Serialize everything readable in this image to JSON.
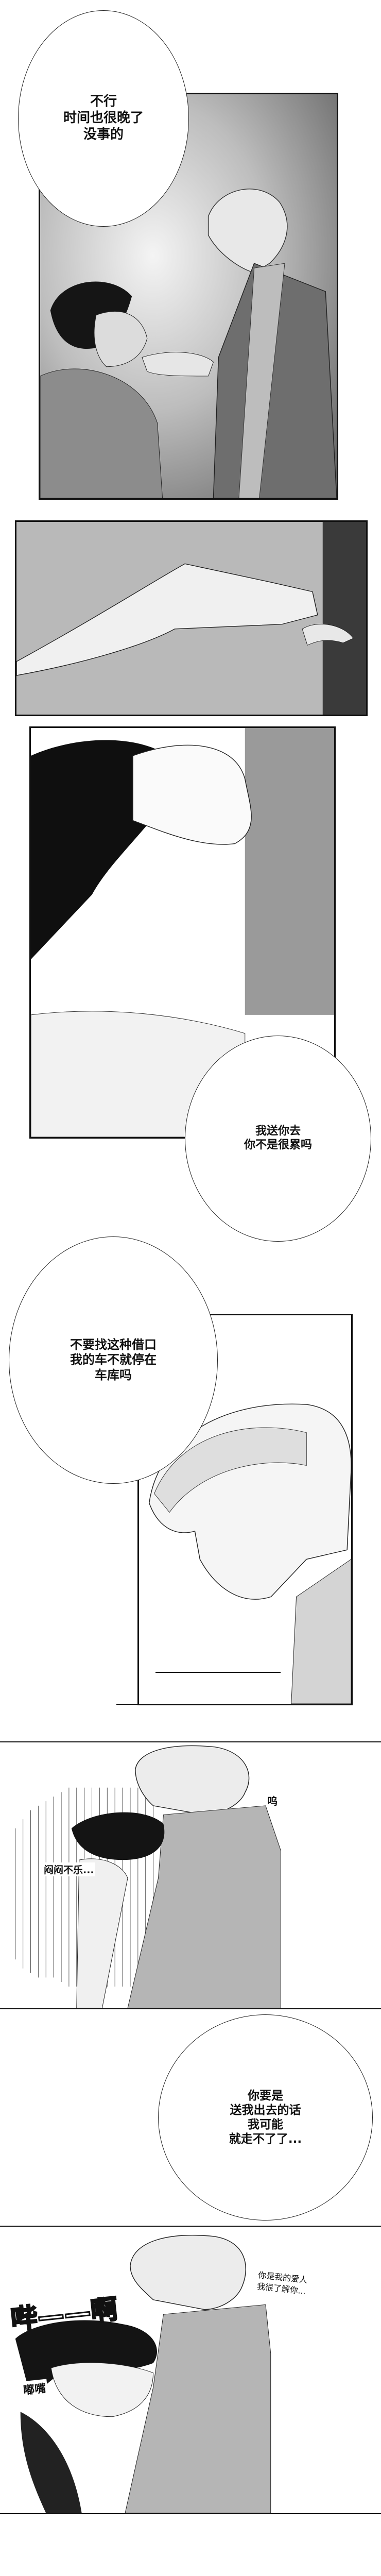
{
  "comic": {
    "panels": [
      {
        "id": 1,
        "bubble": "不行\n时间也很晚了\n没事的"
      },
      {
        "id": 2
      },
      {
        "id": 3,
        "bubble": "我送你去\n你不是很累吗"
      },
      {
        "id": 4,
        "bubble": "不要找这种借口\n我的车不就停在\n车库吗"
      },
      {
        "id": 5,
        "sfx_sigh": "呜",
        "sfx_mood": "闷闷不乐..."
      },
      {
        "id": 6,
        "bubble": "你要是\n送我出去的话\n我可能\n就走不了了..."
      },
      {
        "id": 7,
        "sfx_shout": "哔——啊",
        "sfx_pout": "嘟嘴",
        "whisper": "你是我的爱人\n我很了解你..."
      }
    ]
  },
  "colors": {
    "ink": "#111111",
    "screentone": "#b8b8b8",
    "paper": "#ffffff"
  }
}
